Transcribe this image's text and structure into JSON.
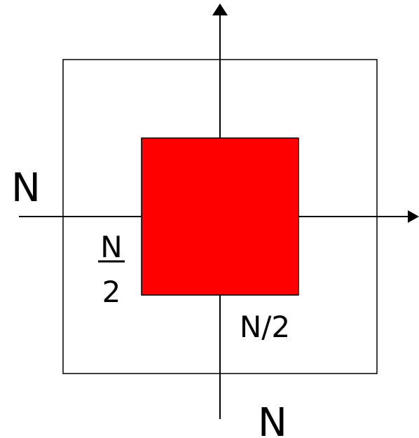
{
  "labels": {
    "outer_left": "N",
    "outer_bottom": "N",
    "inner_bottom": "N/2",
    "inner_left_numerator": "N",
    "inner_left_denominator": "2"
  },
  "colors": {
    "inner_square_fill": "#ff0000",
    "stroke": "#000000",
    "background": "#ffffff"
  }
}
